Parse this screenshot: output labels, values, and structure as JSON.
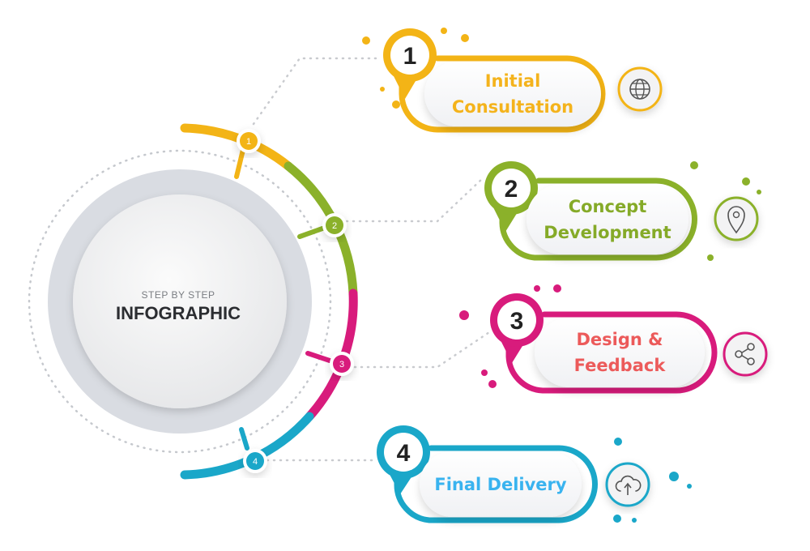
{
  "center": {
    "subtitle": "STEP BY STEP",
    "title": "INFOGRAPHIC"
  },
  "steps": [
    {
      "number": "1",
      "label": "Initial\nConsultation",
      "color": "#f4b400",
      "text_color": "#f4b31c",
      "icon": "globe-icon"
    },
    {
      "number": "2",
      "label": "Concept\nDevelopment",
      "color": "#8bb12a",
      "text_color": "#85aa28",
      "icon": "location-pin-icon"
    },
    {
      "number": "3",
      "label": "Design &\nFeedback",
      "color": "#d81b7c",
      "text_color": "#ec5a5a",
      "icon": "share-icon"
    },
    {
      "number": "4",
      "label": "Final Delivery",
      "color": "#1aa7c9",
      "text_color": "#39b3ef",
      "icon": "cloud-upload-icon"
    }
  ]
}
